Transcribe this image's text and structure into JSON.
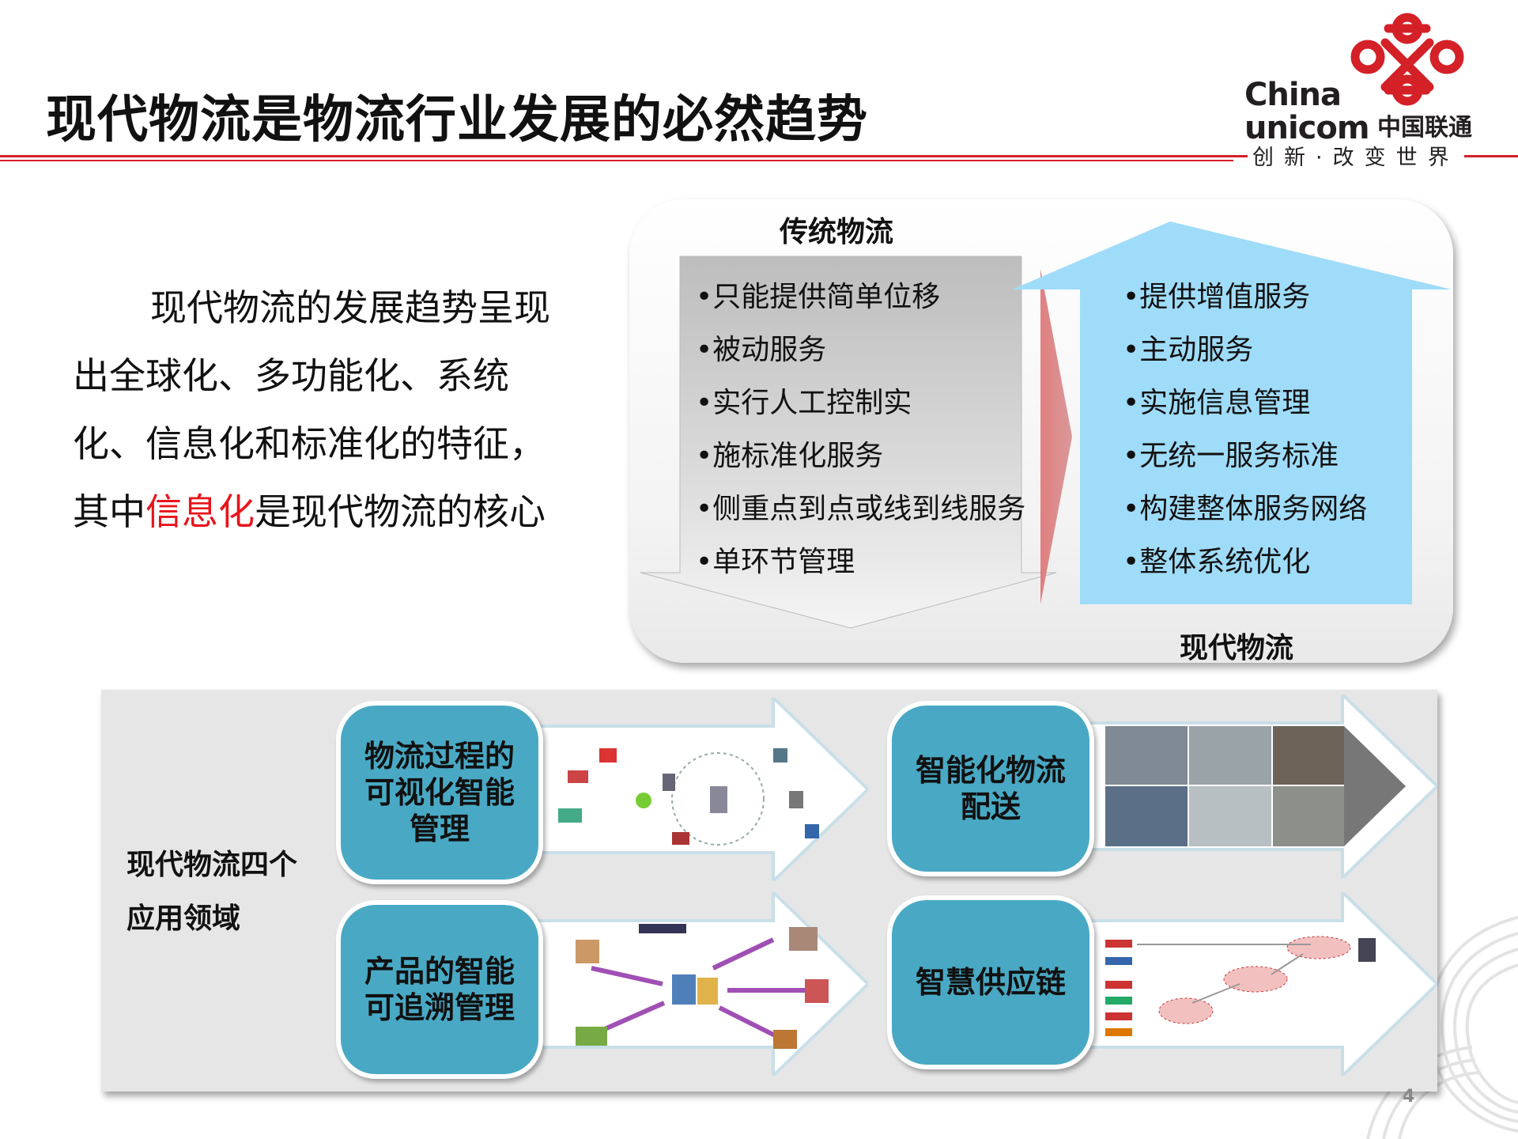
{
  "header": {
    "title": "现代物流是物流行业发展的必然趋势",
    "logo_china": "China",
    "logo_unicom": "unicom",
    "logo_cn": "中国联通",
    "logo_slogan": "创新·改变世界"
  },
  "intro": {
    "part1": "现代物流的发展趋势呈现出全球化、多功能化、系统化、信息化和标准化的特征，其中",
    "highlight": "信息化",
    "part2": "是现代物流的核心"
  },
  "comparison": {
    "traditional_label": "传统物流",
    "modern_label": "现代物流",
    "traditional_items": [
      "•只能提供简单位移",
      "•被动服务",
      "•实行人工控制实",
      "•施标准化服务",
      "•侧重点到点或线到线服务",
      "•单环节管理"
    ],
    "modern_items": [
      "•提供增值服务",
      "•主动服务",
      "•实施信息管理",
      "•无统一服务标准",
      "•构建整体服务网络",
      "•整体系统优化"
    ]
  },
  "applications": {
    "label": "现代物流四个应用领域",
    "items": [
      {
        "title": "物流过程的可视化智能管理"
      },
      {
        "title": "产品的智能可追溯管理"
      },
      {
        "title": "智能化物流配送"
      },
      {
        "title": "智慧供应链"
      }
    ]
  },
  "slide_number": "4",
  "colors": {
    "brand_red": "#d42027",
    "highlight_red": "#e8141c",
    "modern_blue": "#9fdcf9",
    "pill_teal": "#49a9c4"
  }
}
